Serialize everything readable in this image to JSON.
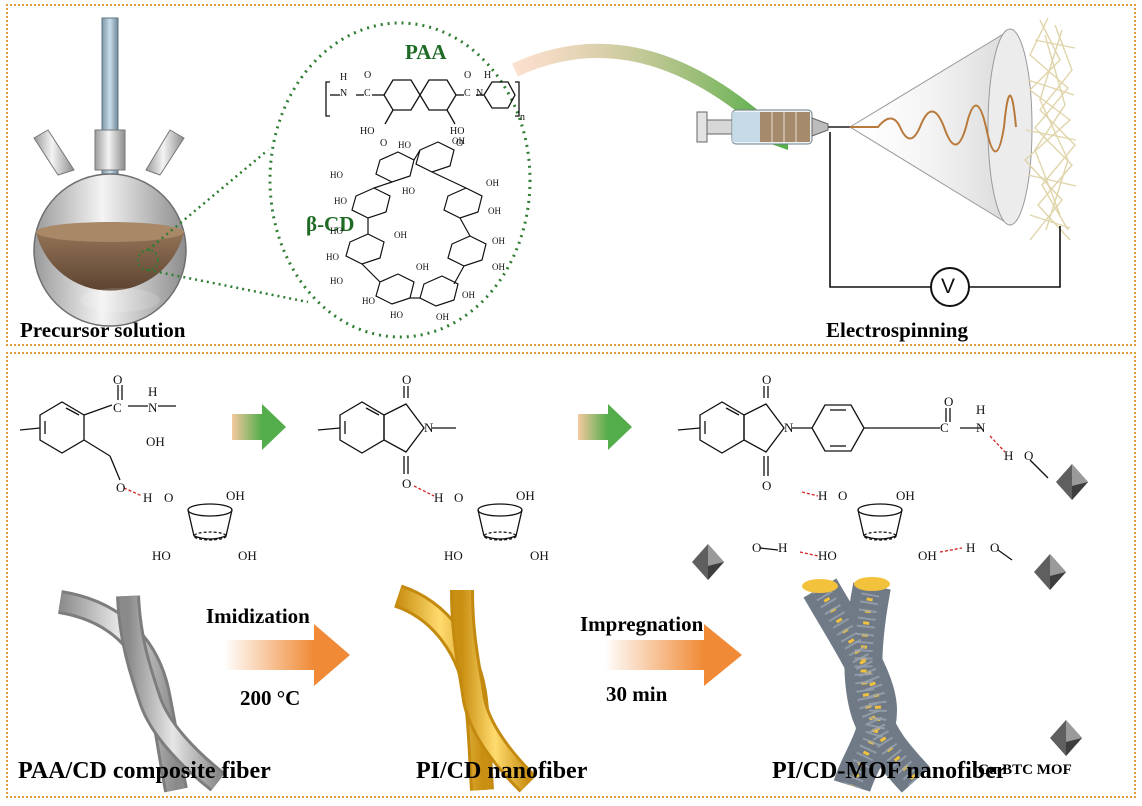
{
  "top": {
    "precursor_label": "Precursor solution",
    "electrospinning_label": "Electrospinning",
    "paa_label": "PAA",
    "bcd_label": "β-CD",
    "subscript_n": "n",
    "voltage_symbol": "V",
    "paa_atoms": {
      "h1": "H",
      "n1": "N",
      "c1": "C",
      "o1": "O",
      "c2": "C",
      "o2": "O",
      "h2": "H",
      "n2": "N",
      "c3": "C",
      "o3": "O",
      "h3": "H",
      "n3": "N",
      "ho1": "HO",
      "o4": "O",
      "ho2": "HO",
      "o5": "O"
    },
    "cd_atoms": [
      "HO",
      "OH",
      "HO",
      "HO",
      "OH",
      "HO",
      "OH",
      "HO",
      "OH",
      "OH",
      "HO",
      "OH",
      "HO",
      "OH",
      "HO",
      "OH",
      "HO",
      "OH",
      "HO",
      "OH"
    ]
  },
  "bottom": {
    "mol1": {
      "o": "O",
      "c": "C",
      "h": "H",
      "n": "N",
      "oh": "OH",
      "o2": "O",
      "h2": "H",
      "o3": "O",
      "oh2": "OH",
      "ho": "HO",
      "oh3": "OH"
    },
    "mol2": {
      "o": "O",
      "n": "N",
      "o2": "O",
      "h": "H",
      "o3": "O",
      "oh": "OH",
      "ho": "HO",
      "oh2": "OH"
    },
    "mol3": {
      "o": "O",
      "n": "N",
      "c": "C",
      "h": "H",
      "n2": "N",
      "o2": "O",
      "h2": "H",
      "o3": "O",
      "o4": "O",
      "h3": "H",
      "o5": "O",
      "oh": "OH",
      "o6": "O",
      "h4": "H",
      "ho": "HO",
      "oh2": "OH",
      "h5": "H",
      "o7": "O"
    },
    "step1_top": "Imidization",
    "step1_bottom": "200 °C",
    "step2_top": "Impregnation",
    "step2_bottom": "30 min",
    "fiber1_label": "PAA/CD composite fiber",
    "fiber2_label": "PI/CD nanofiber",
    "fiber3_label": "PI/CD-MOF nanofiber",
    "mof_legend": "Cu-BTC MOF"
  },
  "colors": {
    "panel_border": "#e39a3b",
    "dotted_green": "#2e7d32",
    "label_green": "#1f6b26",
    "fiber_gray": "#c4c4c4",
    "fiber_yellow": "#f5c23a",
    "mof_gray": "#6a6a6a",
    "arrow_orange": "#f39c4a",
    "arrow_green": "#5ab552"
  }
}
